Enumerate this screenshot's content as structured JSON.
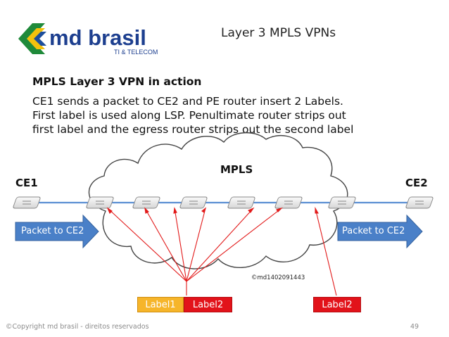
{
  "logo": {
    "brand": "md brasil",
    "tagline": "TI & TELECOM"
  },
  "slide": {
    "title": "Layer 3 MPLS VPNs",
    "heading": "MPLS Layer 3 VPN in action",
    "body_lines": [
      "CE1 sends a packet to CE2 and PE router insert 2 Labels.",
      "First label is used along LSP. Penultimate router strips out",
      "first label and the egress router strips out the second label"
    ]
  },
  "diagram": {
    "cloud_label": "MPLS",
    "ce1": "CE1",
    "ce2": "CE2",
    "packet_left": "Packet to CE2",
    "packet_right": "Packet to CE2",
    "watermark": "©md1402091443",
    "label_stack": [
      "Label1",
      "Label2"
    ],
    "egress_label": "Label2",
    "colors": {
      "link": "#5b8fd3",
      "arrow": "#4a80c8",
      "label1": "#f6b52a",
      "label2": "#e2131a",
      "pointer": "#e21a1a"
    }
  },
  "footer": {
    "copyright": "©Copyright md brasil - direitos reservados",
    "page": "49"
  }
}
